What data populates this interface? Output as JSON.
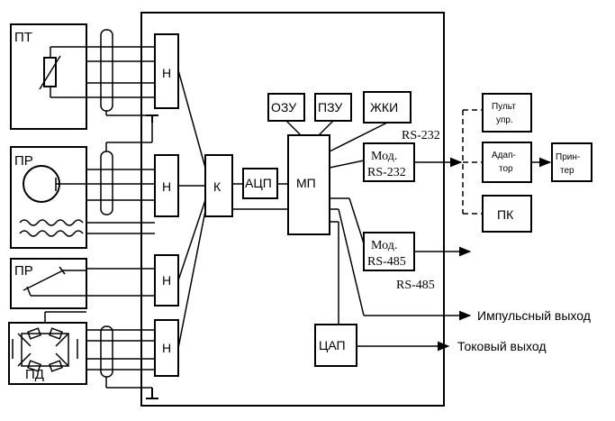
{
  "sensors": {
    "pt": "ПТ",
    "pr1": "ПР",
    "pr2": "ПР",
    "pd": "ПД"
  },
  "blocks": {
    "n1": "Н",
    "n2": "Н",
    "n3": "Н",
    "n4": "Н",
    "k": "К",
    "adc": "АЦП",
    "mp": "МП",
    "ozu": "ОЗУ",
    "pzu": "ПЗУ",
    "zhki": "ЖКИ",
    "mod232_l1": "Мод.",
    "mod232_l2": "RS-232",
    "mod485_l1": "Мод.",
    "mod485_l2": "RS-485",
    "dac": "ЦАП"
  },
  "external": {
    "pult_l1": "Пульт",
    "pult_l2": "упр.",
    "adapter_l1": "Адап-",
    "adapter_l2": "тор",
    "printer_l1": "Прин-",
    "printer_l2": "тер",
    "pc": "ПК"
  },
  "labels": {
    "rs232": "RS-232",
    "rs485": "RS-485",
    "pulse_out": "Импульсный выход",
    "current_out": "Токовый выход"
  }
}
